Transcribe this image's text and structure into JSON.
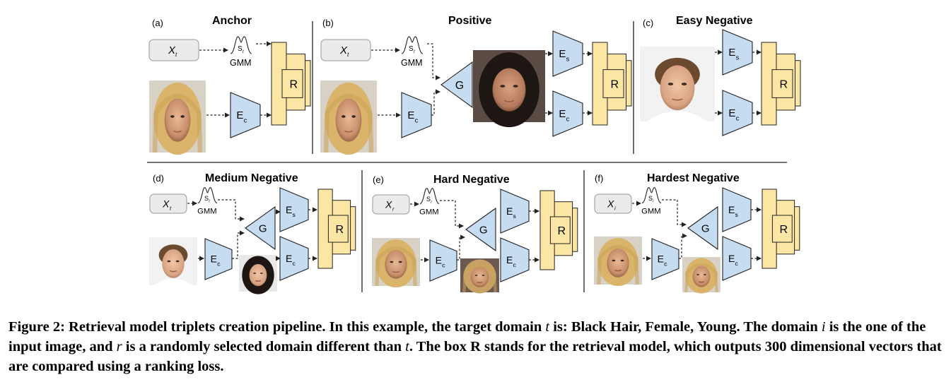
{
  "panels": {
    "a": {
      "tag": "(a)",
      "title": "Anchor"
    },
    "b": {
      "tag": "(b)",
      "title": "Positive"
    },
    "c": {
      "tag": "(c)",
      "title": "Easy Negative"
    },
    "d": {
      "tag": "(d)",
      "title": "Medium Negative"
    },
    "e": {
      "tag": "(e)",
      "title": "Hard Negative"
    },
    "f": {
      "tag": "(f)",
      "title": "Hardest Negative"
    }
  },
  "labels": {
    "gmm": "GMM",
    "generator": "G",
    "retrieval": "R",
    "enc_letter": "E",
    "enc_s_sub": "s",
    "enc_c_sub": "c",
    "x_letter": "X",
    "s_letter": "S"
  },
  "domains": {
    "a": "t",
    "b": "t",
    "d": "t",
    "e": "r",
    "f": "i"
  },
  "caption": {
    "p1": "Figure 2: Retrieval model triplets creation pipeline. In this example, the target domain ",
    "t1": "t",
    "p2": " is: Black Hair, Female, Young. The domain ",
    "i1": "i",
    "p3": " is the one of the input image, and ",
    "r1": "r",
    "p4": " is a randomly selected domain different than ",
    "t2": "t",
    "p5": ". The box R stands for the retrieval model, which outputs 300 dimensional vectors that are compared using a ranking loss."
  },
  "colors": {
    "encoder": "#c6dcf1",
    "retrieval": "#fce6a4",
    "input_box": "#ebebeb",
    "stroke": "#222222"
  }
}
